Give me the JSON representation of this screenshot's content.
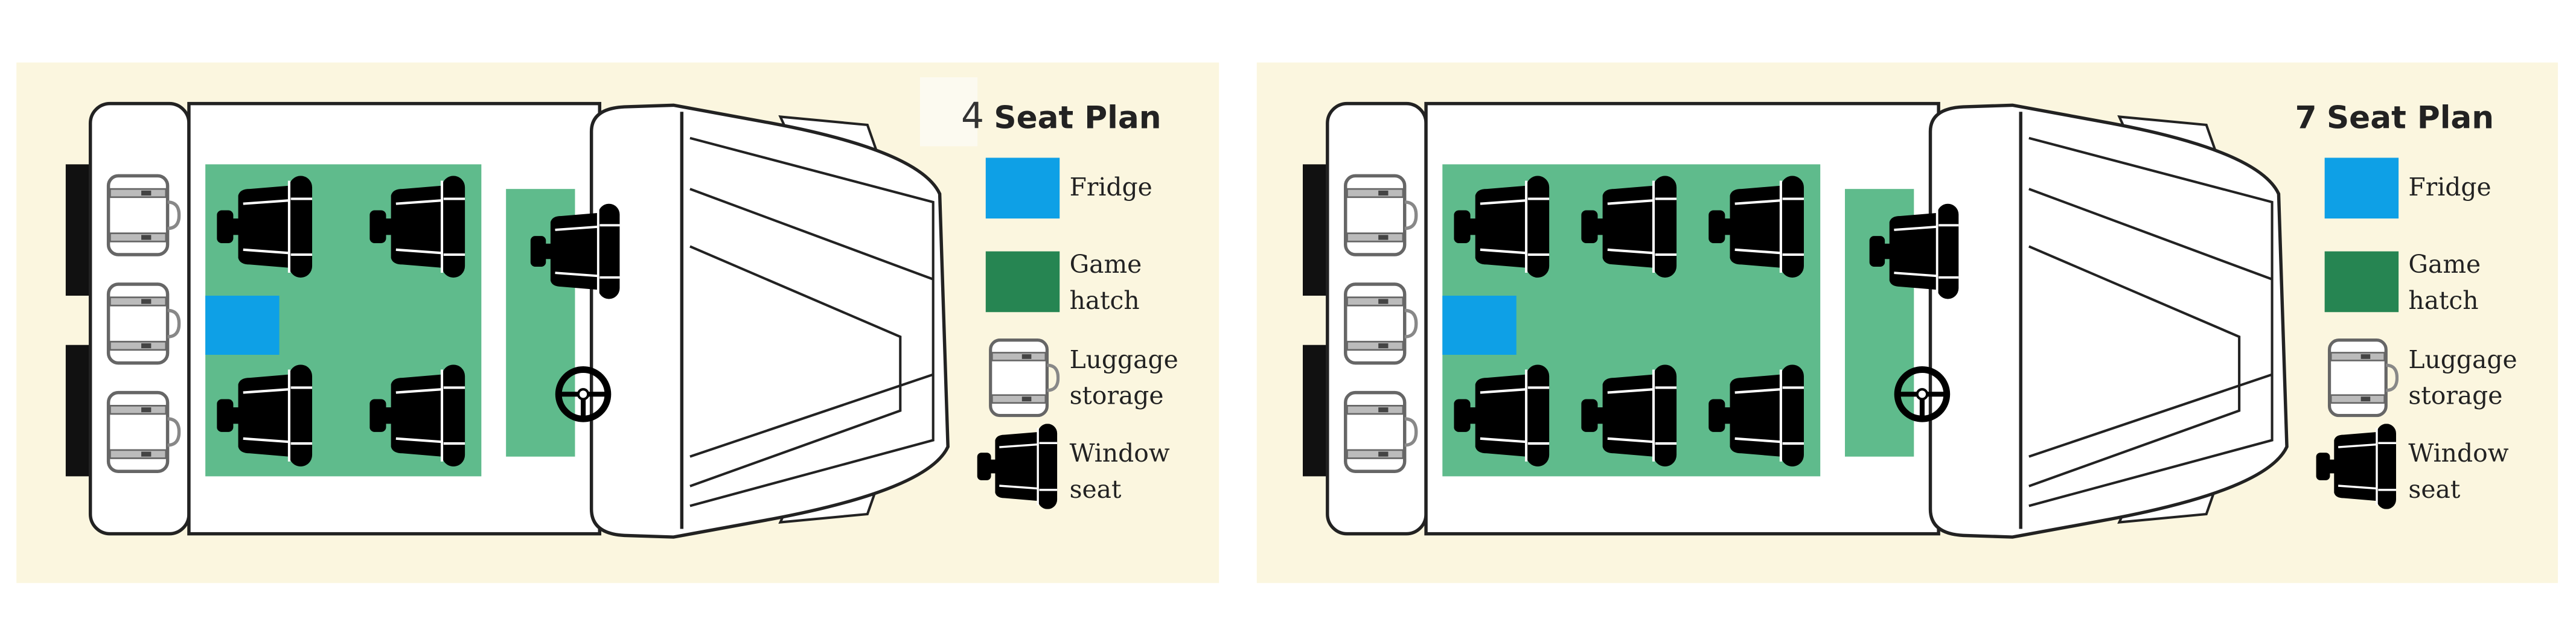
{
  "colors": {
    "background": "#fbf6df",
    "fridge": "#0ea0e6",
    "game_hatch": "#268552",
    "game_area": "#5fbb8c",
    "outline": "#222222"
  },
  "plans": [
    {
      "number": "4",
      "title": "Seat Plan",
      "seat_columns": 2,
      "legend": {
        "fridge": [
          "Fridge"
        ],
        "game_hatch": [
          "Game",
          "hatch"
        ],
        "luggage": [
          "Luggage",
          "storage"
        ],
        "window_seat": [
          "Window",
          "seat"
        ]
      }
    },
    {
      "number": "7",
      "title": "Seat Plan",
      "seat_columns": 3,
      "legend": {
        "fridge": [
          "Fridge"
        ],
        "game_hatch": [
          "Game",
          "hatch"
        ],
        "luggage": [
          "Luggage",
          "storage"
        ],
        "window_seat": [
          "Window",
          "seat"
        ]
      }
    }
  ]
}
